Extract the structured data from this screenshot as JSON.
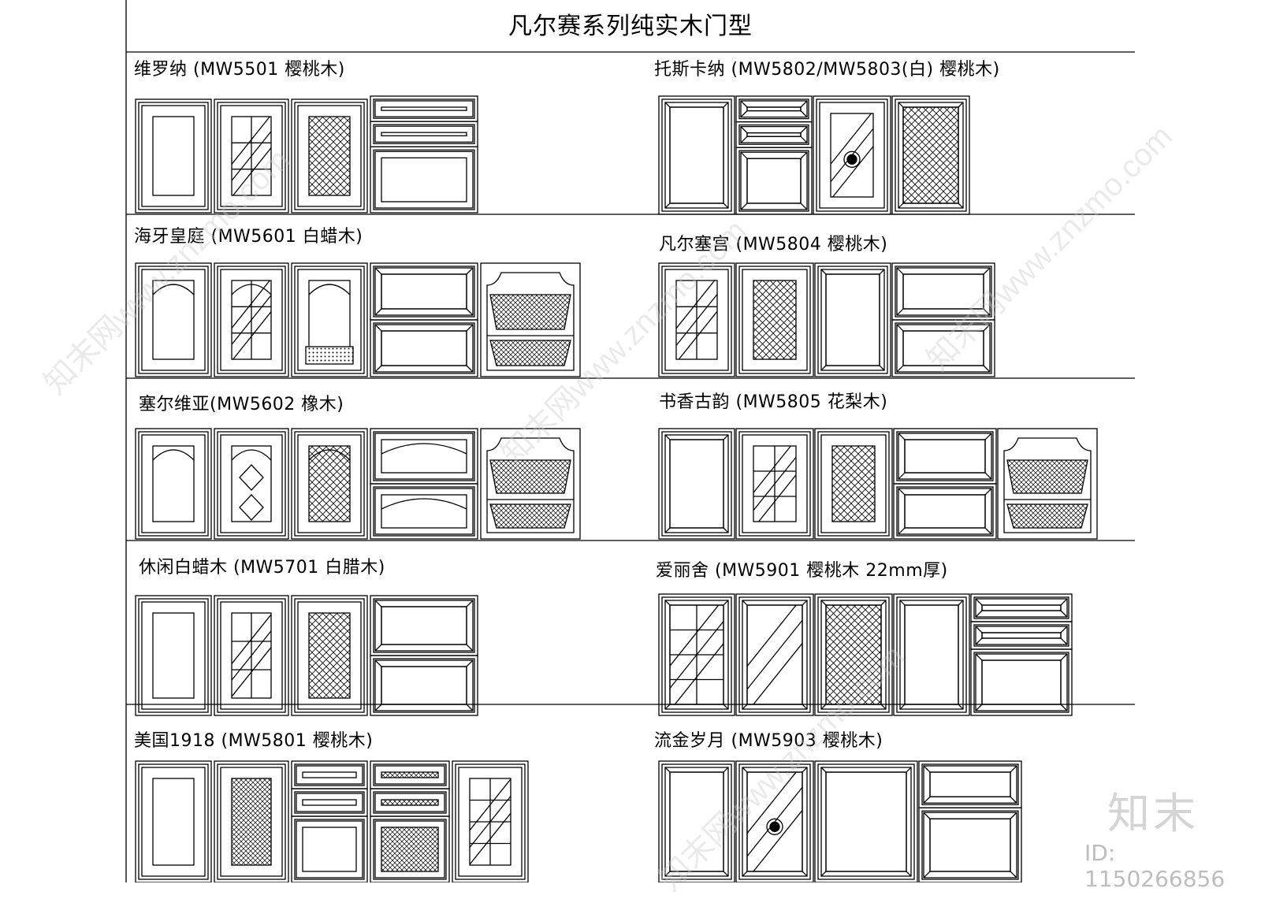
{
  "title": "凡尔赛系列纯实木门型",
  "series": [
    {
      "label": "维罗纳 (MW5501 樱桃木)"
    },
    {
      "label": "托斯卡纳 (MW5802/MW5803(白) 樱桃木)"
    },
    {
      "label": "海牙皇庭 (MW5601 白蜡木)"
    },
    {
      "label": "凡尔塞宫 (MW5804 樱桃木)"
    },
    {
      "label": "塞尔维亚(MW5602 橡木)"
    },
    {
      "label": "书香古韵 (MW5805 花梨木)"
    },
    {
      "label": "休闲白蜡木 (MW5701 白腊木)"
    },
    {
      "label": "爱丽舍 (MW5901 樱桃木 22mm厚)"
    },
    {
      "label": "美国1918 (MW5801 樱桃木)"
    },
    {
      "label": "流金岁月 (MW5903 樱桃木)"
    }
  ],
  "watermark": {
    "logo": "知末",
    "id": "ID: 1150266856",
    "site": "知末网www.znzmo.com"
  },
  "colors": {
    "line": "#000000",
    "watermark": "#cccccc"
  }
}
